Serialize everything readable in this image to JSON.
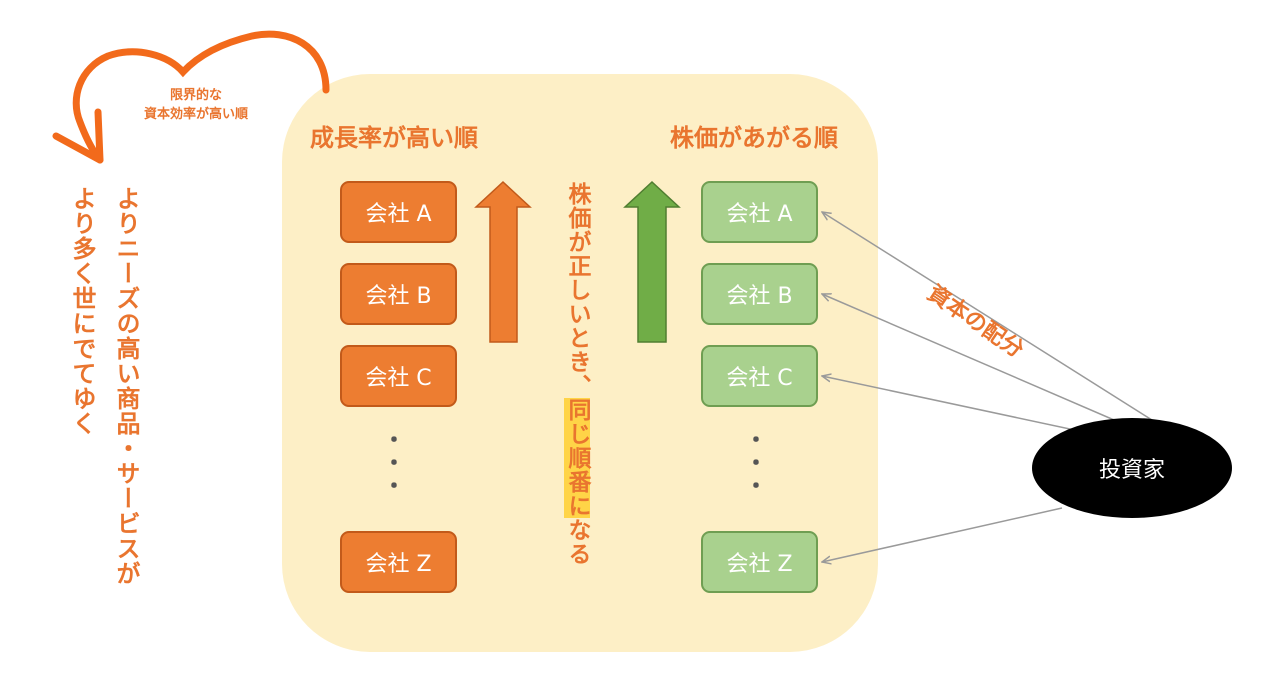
{
  "curve_label": [
    "限界的な",
    "資本効率が高い順"
  ],
  "left_text": {
    "line1": "よりニーズの高い商品・サービスが",
    "line2": "より多く世にでてゆく"
  },
  "left_column": {
    "title": "成長率が高い順",
    "companies": [
      "会社 A",
      "会社 B",
      "会社 C",
      "会社 Z"
    ],
    "ellipsis": "・・・"
  },
  "middle_text": {
    "part1": "株価が正しいとき、",
    "highlight": "同じ順番に",
    "part2": "なる"
  },
  "right_column": {
    "title": "株価があがる順",
    "companies": [
      "会社 A",
      "会社 B",
      "会社 C",
      "会社 Z"
    ],
    "ellipsis": "・・・"
  },
  "allocation_label": "資本の配分",
  "investor_label": "投資家",
  "colors": {
    "accent_orange": "#ED7D31",
    "accent_green": "#70AD47",
    "light_green": "#A9D18E",
    "panel_bg": "#FDEFC6",
    "highlight": "#FFD447",
    "investor": "#000000",
    "connector": "#999999"
  }
}
